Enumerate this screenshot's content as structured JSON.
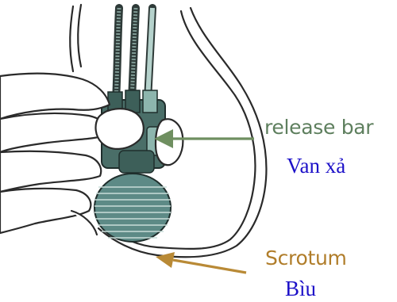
{
  "labels": {
    "release_bar_en": "release bar",
    "release_bar_vi": "Van xả",
    "scrotum_en": "Scrotum",
    "scrotum_vi": "Bìu"
  },
  "colors": {
    "release_bar_en": "#5e7f5e",
    "release_bar_vi": "#1c10c8",
    "scrotum_en": "#b07d2a",
    "scrotum_vi": "#1c10c8",
    "release_arrow": "#6f8f60",
    "scrotum_arrow": "#b98a36",
    "outline": "#2a2a2a",
    "device_body": "#4a6e68",
    "device_light": "#8db5ad",
    "bulb": "#5d8a86"
  },
  "icons": {
    "release_arrow": "arrow-left-icon",
    "scrotum_arrow": "arrow-up-left-icon"
  }
}
